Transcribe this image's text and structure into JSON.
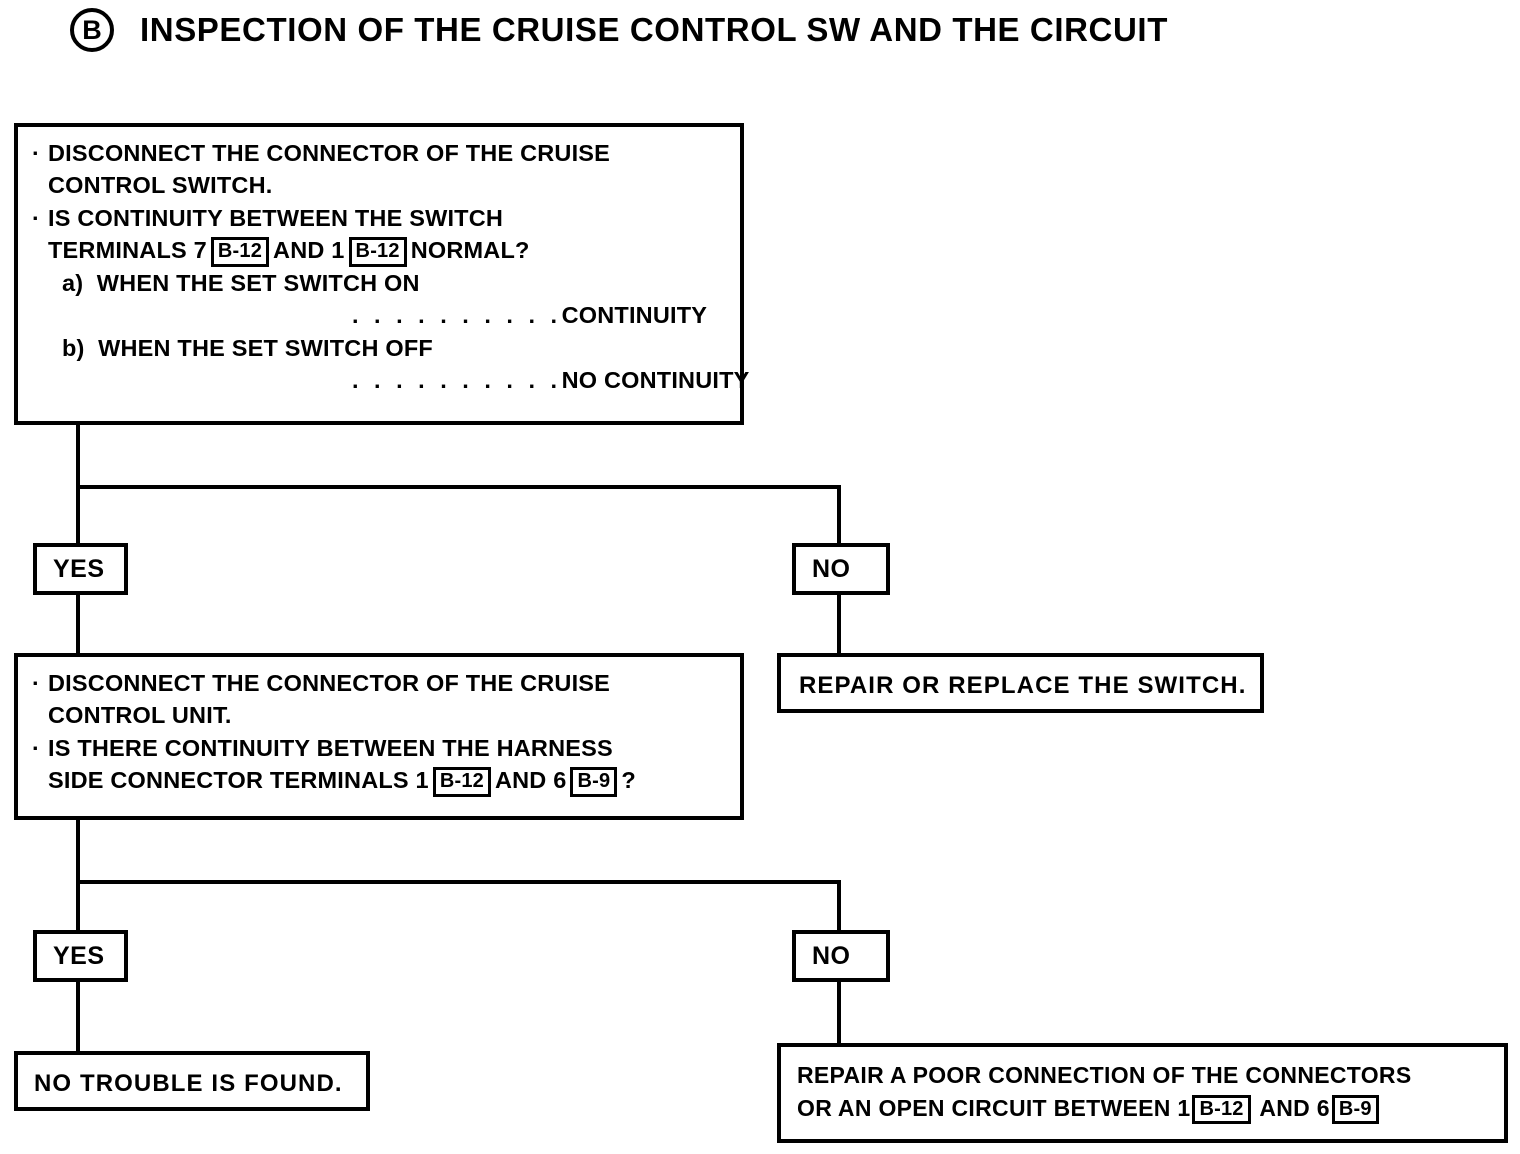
{
  "header": {
    "badge_letter": "B",
    "title": "INSPECTION OF THE CRUISE CONTROL SW AND THE CIRCUIT"
  },
  "flow": {
    "step1": {
      "name": "inspection-step-1",
      "bullet_glyph": "·",
      "lines": {
        "l1a": "DISCONNECT THE CONNECTOR OF THE CRUISE",
        "l1b": "CONTROL SWITCH.",
        "l2a": "IS CONTINUITY BETWEEN THE SWITCH",
        "l2b_pre": "TERMINALS 7",
        "l2b_code1": "B-12",
        "l2b_mid": "AND 1",
        "l2b_code2": "B-12",
        "l2b_post": "NORMAL?",
        "a_label": "a)",
        "a_text": "WHEN THE SET SWITCH ON",
        "a_leader": ". . . . . . . . . .",
        "a_result": "CONTINUITY",
        "b_label": "b)",
        "b_text": "WHEN THE SET SWITCH OFF",
        "b_leader": ". . . . . . . . . .",
        "b_result": "NO CONTINUITY"
      }
    },
    "decision1": {
      "yes_label": "YES",
      "no_label": "NO"
    },
    "step2": {
      "name": "inspection-step-2",
      "lines": {
        "l1a": "DISCONNECT THE CONNECTOR OF THE CRUISE",
        "l1b": "CONTROL UNIT.",
        "l2a": "IS THERE CONTINUITY BETWEEN THE HARNESS",
        "l2b_pre": "SIDE CONNECTOR TERMINALS 1",
        "l2b_code1": "B-12",
        "l2b_mid": "AND 6",
        "l2b_code2": "B-9",
        "l2b_post": "?"
      }
    },
    "decision2": {
      "yes_label": "YES",
      "no_label": "NO"
    },
    "result_repair_switch": "REPAIR OR REPLACE THE SWITCH.",
    "result_no_trouble": "NO TROUBLE IS FOUND.",
    "result_repair_connection": {
      "line1": "REPAIR A POOR CONNECTION OF THE CONNECTORS",
      "line2_pre": "OR AN OPEN CIRCUIT BETWEEN 1",
      "line2_code1": "B-12",
      "line2_mid": "AND 6",
      "line2_code2": "B-9"
    }
  },
  "colors": {
    "ink": "#000000",
    "paper": "#ffffff"
  }
}
